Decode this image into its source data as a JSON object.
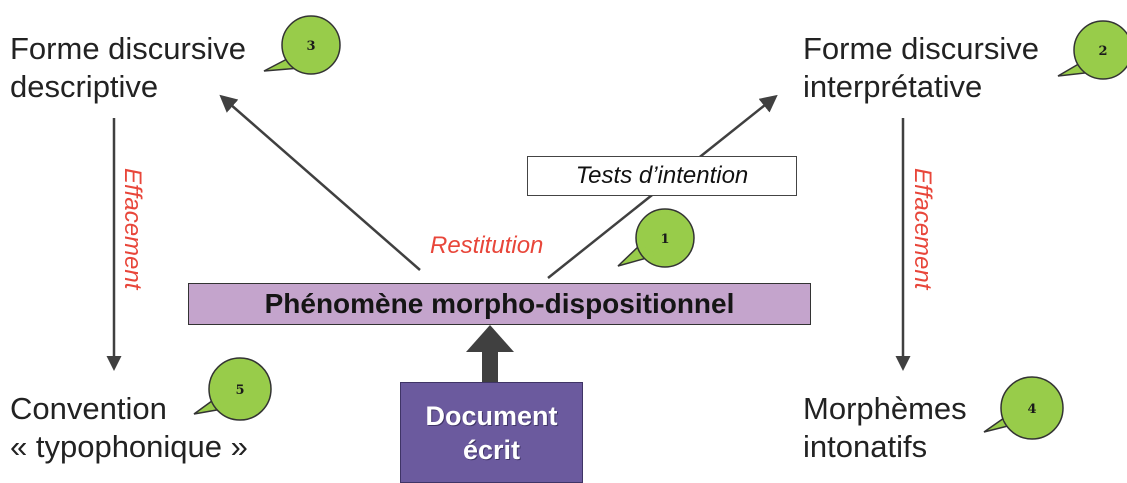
{
  "nodes": {
    "descriptive": {
      "line1": "Forme discursive",
      "line2": "descriptive"
    },
    "interpretative": {
      "line1": "Forme discursive",
      "line2": "interprétative"
    },
    "convention": {
      "line1": "Convention",
      "line2": "« typophonique »"
    },
    "morphemes": {
      "line1": "Morphèmes",
      "line2": "intonatifs"
    },
    "phenomene": "Phénomène morpho-dispositionnel",
    "document": {
      "line1": "Document",
      "line2": "écrit"
    }
  },
  "edge_labels": {
    "restitution": "Restitution",
    "tests": "Tests d’intention",
    "effacement_left": "Effacement",
    "effacement_right": "Effacement"
  },
  "bubbles": [
    "1",
    "2",
    "3",
    "4",
    "5"
  ],
  "colors": {
    "phenomene_fill": "#c4a4cc",
    "document_fill": "#6b5a9e",
    "bubble_fill": "#98cc4a",
    "label_red": "#e8463a",
    "arrow": "#404040"
  }
}
